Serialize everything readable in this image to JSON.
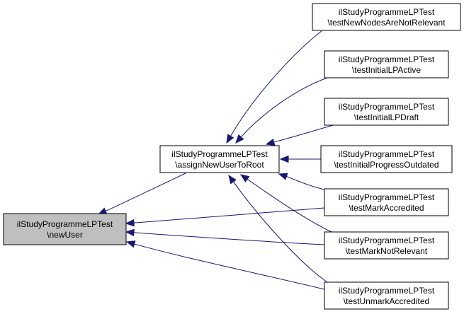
{
  "colors": {
    "edge": "#191970",
    "highlight_fill": "#bfbfbf",
    "node_fill": "#ffffff",
    "border": "#000000"
  },
  "nodes": [
    {
      "id": "newUser",
      "line1": "ilStudyProgrammeLPTest",
      "line2": "\\newUser",
      "highlight": true
    },
    {
      "id": "assign",
      "line1": "ilStudyProgrammeLPTest",
      "line2": "\\assignNewUserToRoot",
      "highlight": false
    },
    {
      "id": "t1",
      "line1": "ilStudyProgrammeLPTest",
      "line2": "\\testNewNodesAreNotRelevant",
      "highlight": false
    },
    {
      "id": "t2",
      "line1": "ilStudyProgrammeLPTest",
      "line2": "\\testInitialLPActive",
      "highlight": false
    },
    {
      "id": "t3",
      "line1": "ilStudyProgrammeLPTest",
      "line2": "\\testInitialLPDraft",
      "highlight": false
    },
    {
      "id": "t4",
      "line1": "ilStudyProgrammeLPTest",
      "line2": "\\testInitialProgressOutdated",
      "highlight": false
    },
    {
      "id": "t5",
      "line1": "ilStudyProgrammeLPTest",
      "line2": "\\testMarkAccredited",
      "highlight": false
    },
    {
      "id": "t6",
      "line1": "ilStudyProgrammeLPTest",
      "line2": "\\testMarkNotRelevant",
      "highlight": false
    },
    {
      "id": "t7",
      "line1": "ilStudyProgrammeLPTest",
      "line2": "\\testUnmarkAccredited",
      "highlight": false
    }
  ],
  "edges": [
    {
      "from": "assign",
      "to": "newUser"
    },
    {
      "from": "t1",
      "to": "assign"
    },
    {
      "from": "t2",
      "to": "assign"
    },
    {
      "from": "t3",
      "to": "assign"
    },
    {
      "from": "t4",
      "to": "assign"
    },
    {
      "from": "t5",
      "to": "assign"
    },
    {
      "from": "t6",
      "to": "assign"
    },
    {
      "from": "t7",
      "to": "assign"
    },
    {
      "from": "t5",
      "to": "newUser"
    },
    {
      "from": "t6",
      "to": "newUser"
    },
    {
      "from": "t7",
      "to": "newUser"
    }
  ]
}
